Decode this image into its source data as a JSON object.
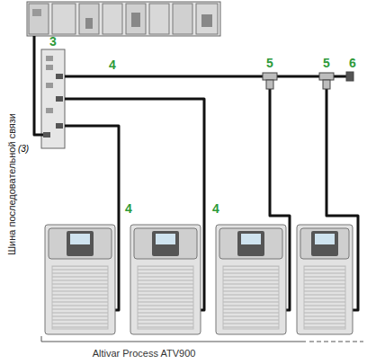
{
  "diagram": {
    "labels": [
      "3",
      "4",
      "5",
      "5",
      "6",
      "(3)",
      "4",
      "4",
      "Шина последовательной связи",
      "Altivar Process ATV900"
    ]
  }
}
